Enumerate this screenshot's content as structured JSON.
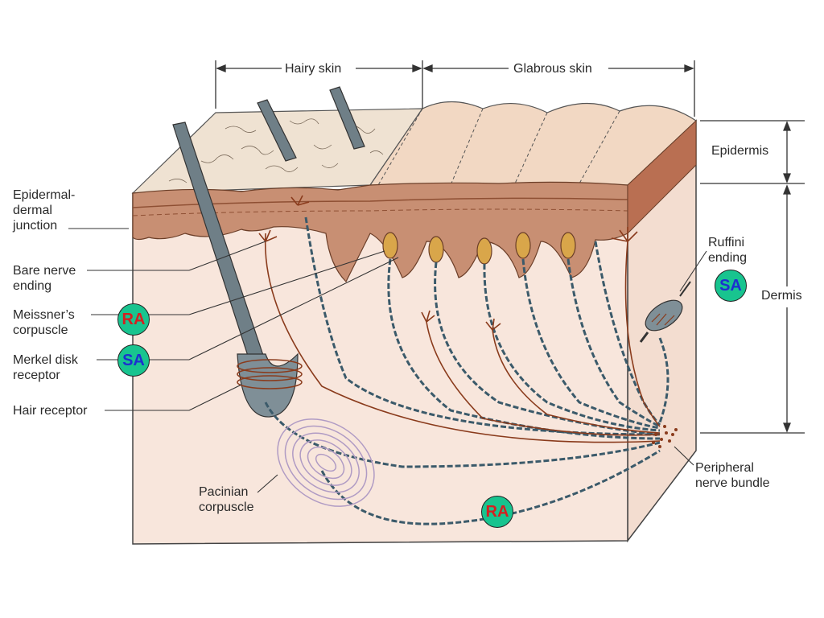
{
  "regions": {
    "hairy_skin": "Hairy skin",
    "glabrous_skin": "Glabrous skin"
  },
  "layers": {
    "epidermis": "Epidermis",
    "dermis": "Dermis"
  },
  "labels": {
    "epidermal_dermal_junction": "Epidermal-\ndermal\njunction",
    "bare_nerve_ending": "Bare nerve\nending",
    "meissners_corpuscle": "Meissner’s\ncorpuscle",
    "merkel_disk_receptor": "Merkel disk\nreceptor",
    "hair_receptor": "Hair receptor",
    "pacinian_corpuscle": "Pacinian\ncorpuscle",
    "ruffini_ending": "Ruffini\nending",
    "peripheral_nerve_bundle": "Peripheral\nnerve bundle"
  },
  "badges": {
    "meissner": {
      "text": "RA",
      "color": "#d42020"
    },
    "merkel": {
      "text": "SA",
      "color": "#1d2fd0"
    },
    "ruffini": {
      "text": "SA",
      "color": "#1d2fd0"
    },
    "pacinian": {
      "text": "RA",
      "color": "#d42020"
    }
  },
  "colors": {
    "epidermis_top": "#e9d2bd",
    "epidermis_band": "#b9785a",
    "dermis": "#f6e1d5",
    "nerve": "#8a3b1c",
    "hair": "#6f7f87",
    "badge_fill": "#18c48f"
  }
}
